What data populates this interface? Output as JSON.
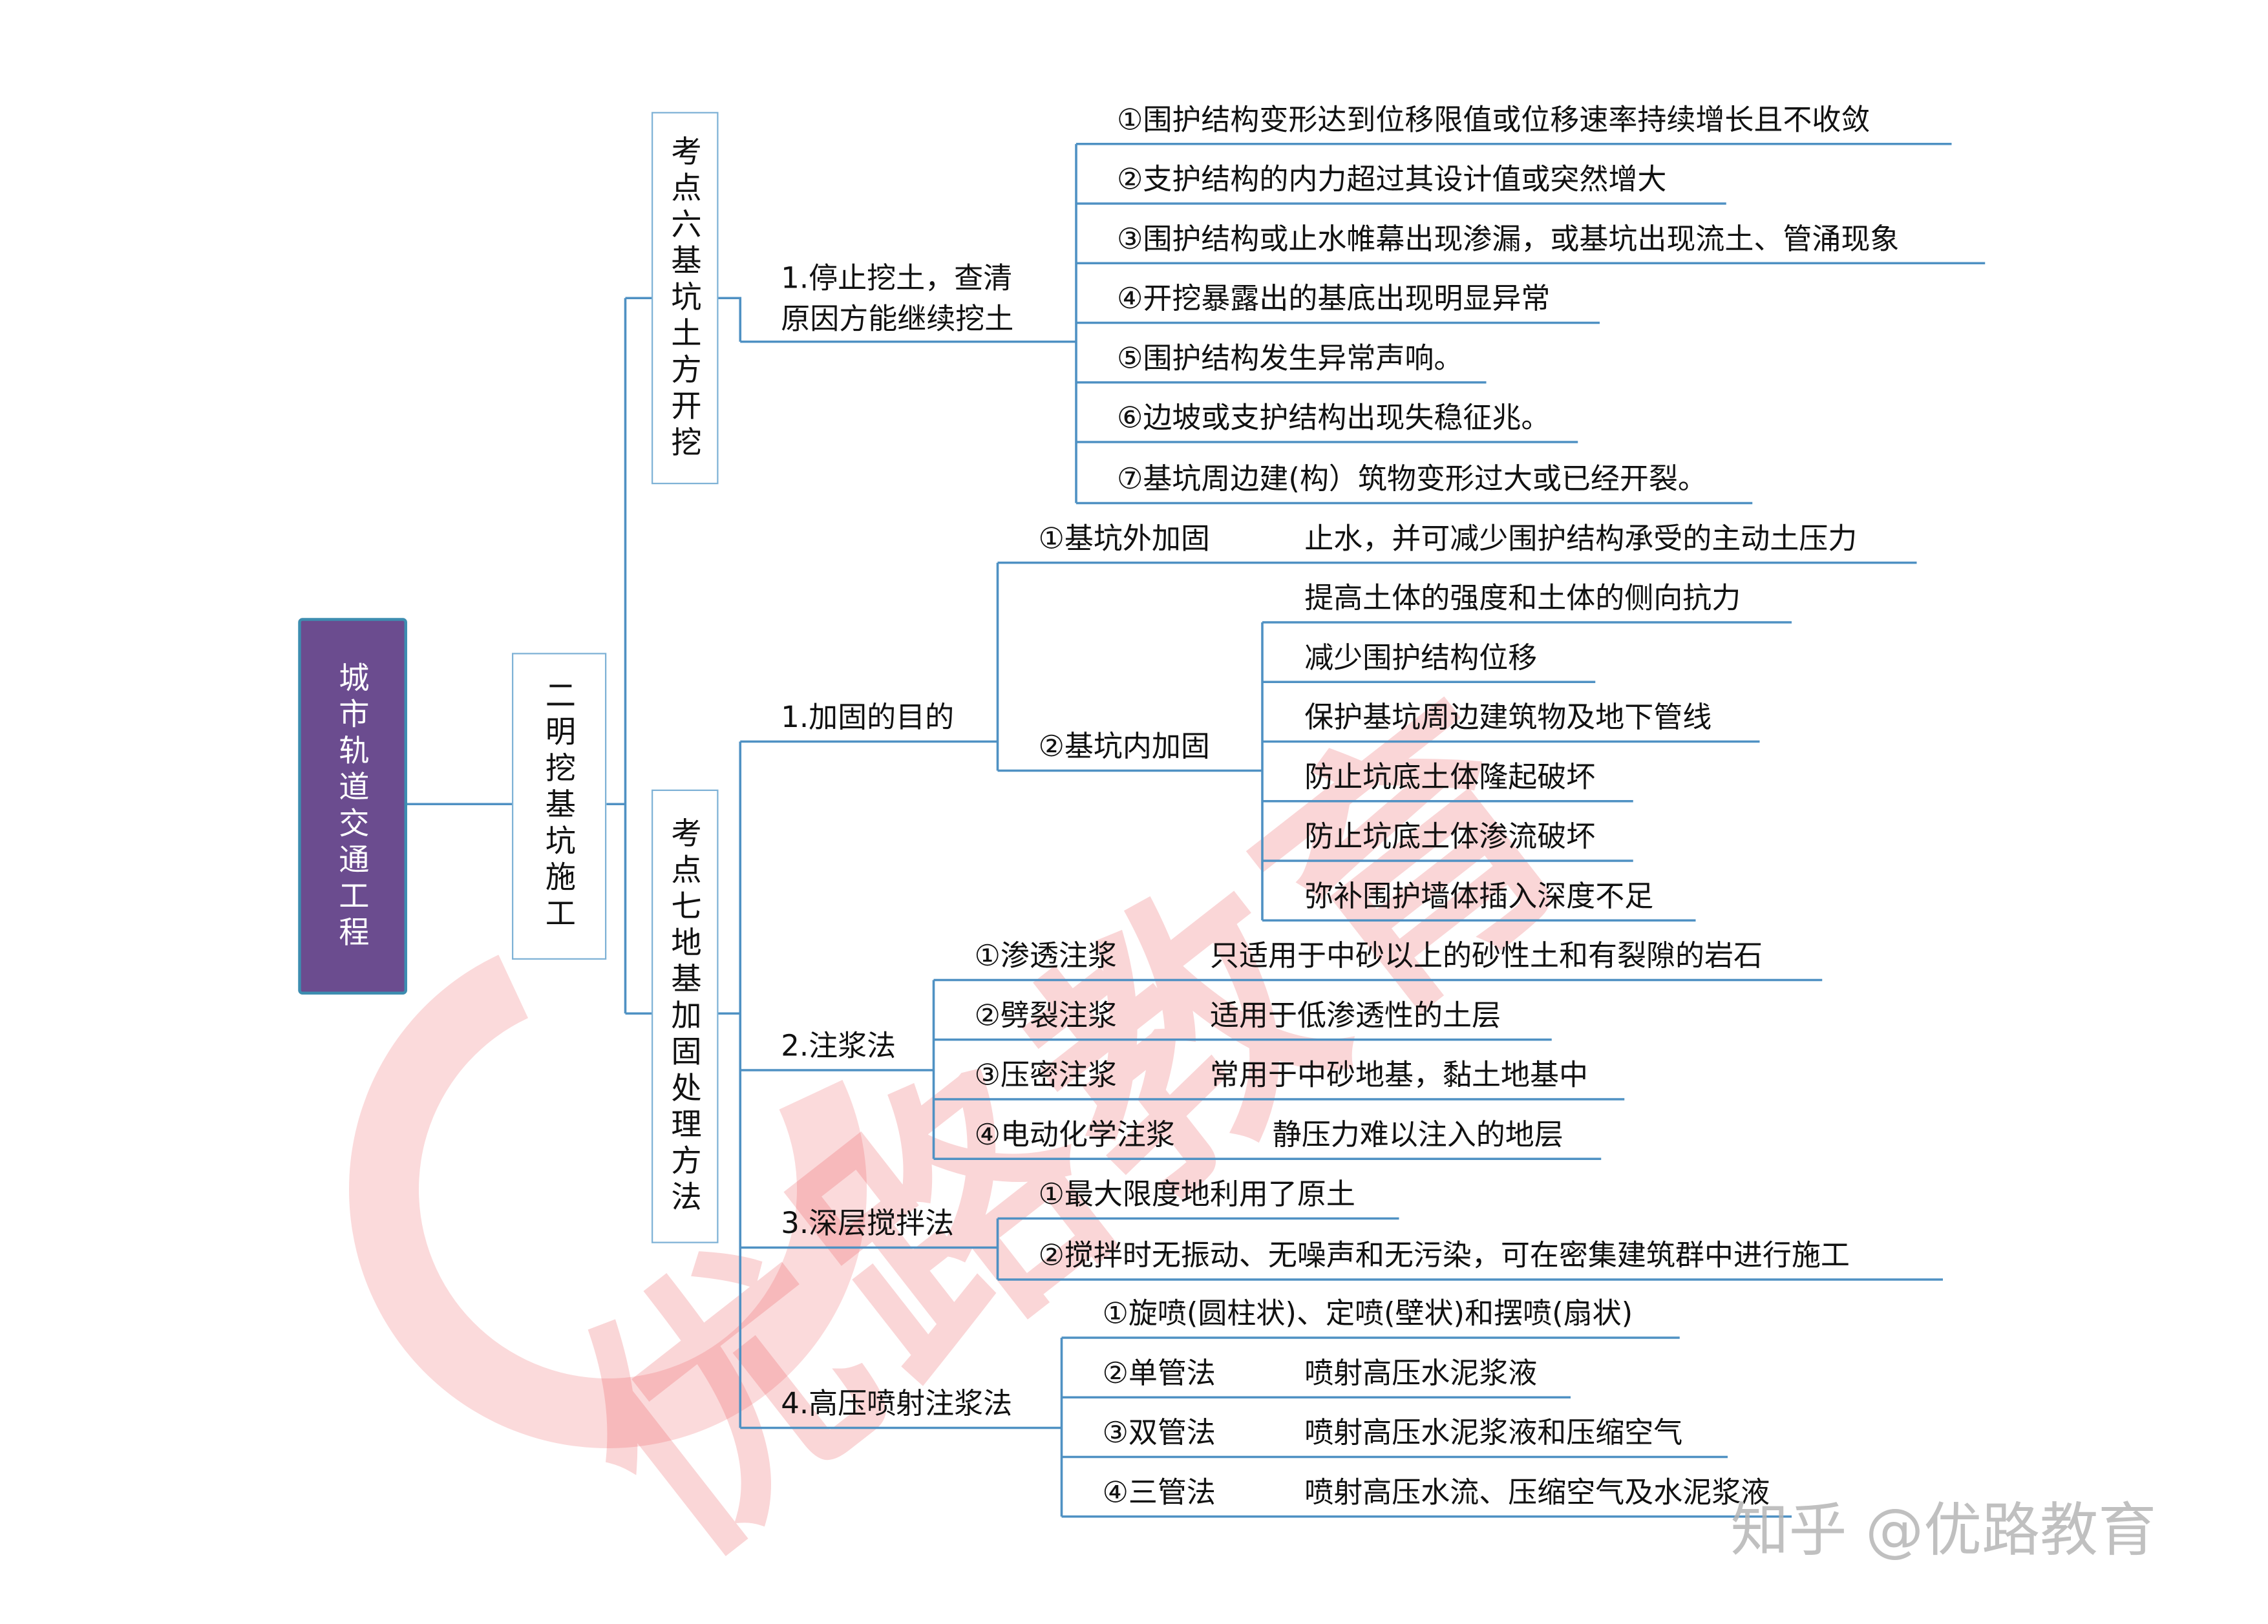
{
  "root": "城市轨道交通工程",
  "level1": "二明挖基坑施工",
  "topic6": {
    "title": "考点六基坑土方开挖",
    "branch": {
      "line1": "1.停止挖土，查清",
      "line2": "原因方能继续挖土"
    },
    "items": [
      "①围护结构变形达到位移限值或位移速率持续增长且不收敛",
      "②支护结构的内力超过其设计值或突然增大",
      "③围护结构或止水帷幕出现渗漏，或基坑出现流土、管涌现象",
      "④开挖暴露出的基底出现明显异常",
      "⑤围护结构发生异常声响。",
      "⑥边坡或支护结构出现失稳征兆。",
      "⑦基坑周边建(构）筑物变形过大或已经开裂。"
    ]
  },
  "topic7": {
    "title": "考点七地基加固处理方法",
    "purpose": {
      "label": "1.加固的目的",
      "outside": {
        "label": "①基坑外加固",
        "desc": "止水，并可减少围护结构承受的主动土压力"
      },
      "inside": {
        "label": "②基坑内加固",
        "items": [
          "提高土体的强度和土体的侧向抗力",
          "减少围护结构位移",
          "保护基坑周边建筑物及地下管线",
          "防止坑底土体隆起破坏",
          "防止坑底土体渗流破坏",
          "弥补围护墙体插入深度不足"
        ]
      }
    },
    "grouting": {
      "label": "2.注浆法",
      "items": [
        {
          "name": "①渗透注浆",
          "desc": "只适用于中砂以上的砂性土和有裂隙的岩石"
        },
        {
          "name": "②劈裂注浆",
          "desc": "适用于低渗透性的土层"
        },
        {
          "name": "③压密注浆",
          "desc": "常用于中砂地基，黏土地基中"
        },
        {
          "name": "④电动化学注浆",
          "desc": "静压力难以注入的地层"
        }
      ]
    },
    "mixing": {
      "label": "3.深层搅拌法",
      "items": [
        "①最大限度地利用了原土",
        "②搅拌时无振动、无噪声和无污染，可在密集建筑群中进行施工"
      ]
    },
    "jet": {
      "label": "4.高压喷射注浆法",
      "first": "①旋喷(圆柱状)、定喷(壁状)和摆喷(扇状)",
      "items": [
        {
          "name": "②单管法",
          "desc": "喷射高压水泥浆液"
        },
        {
          "name": "③双管法",
          "desc": "喷射高压水泥浆液和压缩空气"
        },
        {
          "name": "④三管法",
          "desc": "喷射高压水流、压缩空气及水泥浆液"
        }
      ]
    }
  },
  "watermark": {
    "text": "优路教育",
    "credit": "知乎 @优路教育"
  },
  "colors": {
    "root_fill": "#6b4c8f",
    "line": "#4f91c3",
    "watermark": "#e8454a"
  }
}
